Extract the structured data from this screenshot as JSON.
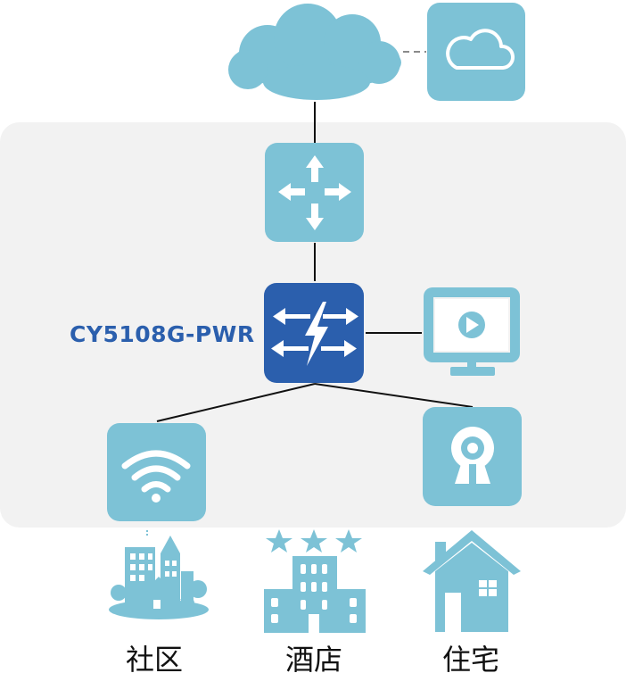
{
  "switch": {
    "model": "CY5108G-PWR"
  },
  "scenarios": [
    {
      "label": "社区",
      "icon": "community-icon"
    },
    {
      "label": "酒店",
      "icon": "hotel-icon"
    },
    {
      "label": "住宅",
      "icon": "house-icon"
    }
  ],
  "devices": [
    {
      "icon": "internet-cloud-icon"
    },
    {
      "icon": "cloud-service-icon"
    },
    {
      "icon": "router-icon"
    },
    {
      "icon": "switch-icon"
    },
    {
      "icon": "monitor-icon"
    },
    {
      "icon": "wifi-ap-icon"
    },
    {
      "icon": "ip-camera-icon"
    }
  ],
  "colors": {
    "device": "#7dc2d6",
    "switch": "#2b5fad",
    "panel": "#f2f2f2",
    "label": "#2b5fad"
  }
}
